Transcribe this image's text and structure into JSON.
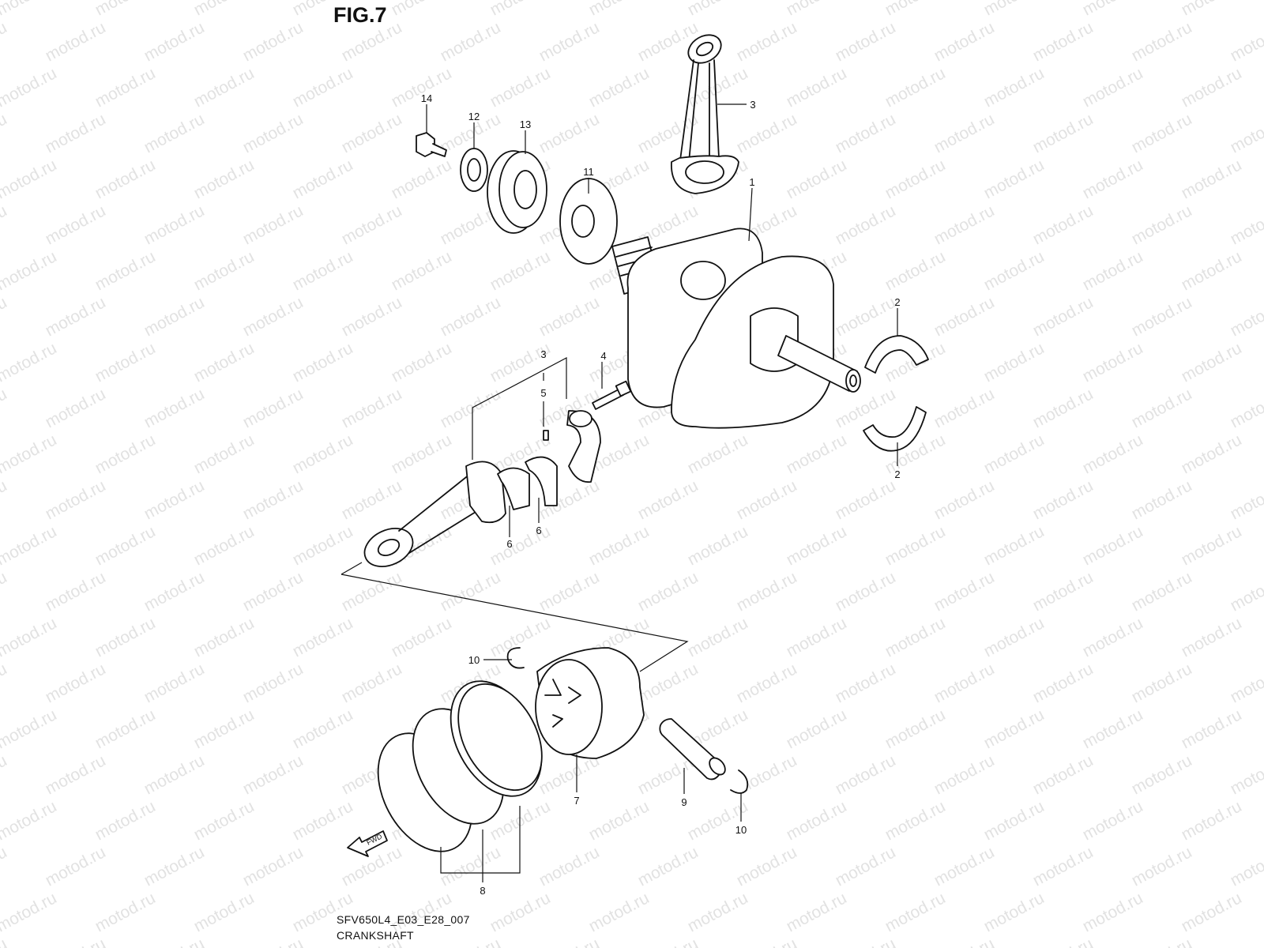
{
  "figure": {
    "label": "FIG.7",
    "code": "SFV650L4_E03_E28_007",
    "name": "CRANKSHAFT"
  },
  "watermark": {
    "text": "motod.ru"
  },
  "direction_marker": {
    "text": "FWD",
    "icon": "fwd-arrow-icon"
  },
  "callouts": [
    {
      "id": "1",
      "part": "crankshaft"
    },
    {
      "id": "2",
      "part": "crankshaft-bearing-upper"
    },
    {
      "id": "2",
      "part": "crankshaft-bearing-lower"
    },
    {
      "id": "3",
      "part": "conrod-top"
    },
    {
      "id": "3",
      "part": "conrod-assy"
    },
    {
      "id": "4",
      "part": "conrod-bolt"
    },
    {
      "id": "5",
      "part": "dowel-pin"
    },
    {
      "id": "6",
      "part": "conrod-bearing-a"
    },
    {
      "id": "6",
      "part": "conrod-bearing-b"
    },
    {
      "id": "7",
      "part": "piston"
    },
    {
      "id": "8",
      "part": "piston-ring-set"
    },
    {
      "id": "9",
      "part": "piston-pin"
    },
    {
      "id": "10",
      "part": "circlip-left"
    },
    {
      "id": "10",
      "part": "circlip-right"
    },
    {
      "id": "11",
      "part": "washer"
    },
    {
      "id": "12",
      "part": "drive-gear"
    },
    {
      "id": "13",
      "part": "primary-gear"
    },
    {
      "id": "14",
      "part": "bolt"
    }
  ]
}
